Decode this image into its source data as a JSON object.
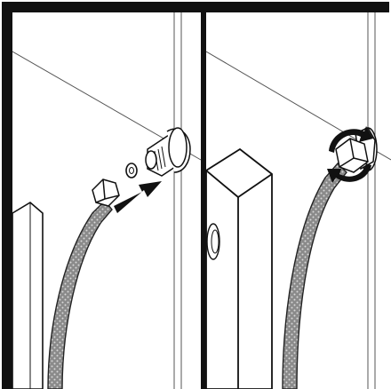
{
  "figure": {
    "kind": "instruction-illustration",
    "panels": [
      {
        "id": "left",
        "depicts": "hose-with-nut-and-washer-approaching-tap",
        "icons": [
          "wall-corner",
          "appliance-side",
          "braided-hose",
          "hex-nut",
          "rubber-washer",
          "threaded-tap-outlet",
          "arrow-right-icon"
        ]
      },
      {
        "id": "right",
        "depicts": "nut-tightened-onto-tap",
        "icons": [
          "wall-corner",
          "appliance-box",
          "braided-hose",
          "hex-nut",
          "threaded-tap-outlet",
          "rotate-tighten-icon"
        ]
      }
    ],
    "colors": {
      "ink": "#111111",
      "line": "#333333",
      "hose": "#8a8a8a",
      "hose_shade": "#5a5a5a",
      "background": "#ffffff",
      "arrow": "#111111"
    }
  }
}
